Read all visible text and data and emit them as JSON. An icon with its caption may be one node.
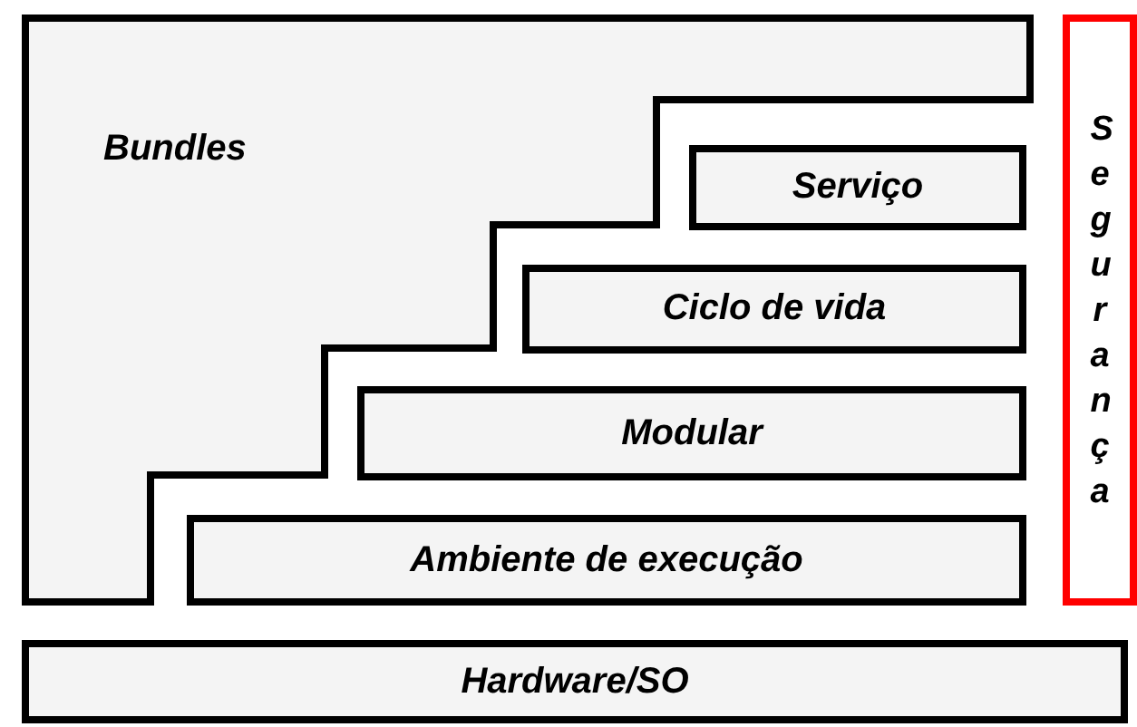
{
  "diagram": {
    "nodes": [
      {
        "text": [
          "Bundles"
        ]
      },
      {
        "text": [
          "Serviço"
        ]
      },
      {
        "text": [
          "Ciclo de vida"
        ]
      },
      {
        "text": [
          "Modular"
        ]
      },
      {
        "text": [
          "Ambiente de execução"
        ]
      },
      {
        "text": [
          "Segurança"
        ]
      },
      {
        "text": [
          "Hardware/SO"
        ]
      }
    ]
  }
}
